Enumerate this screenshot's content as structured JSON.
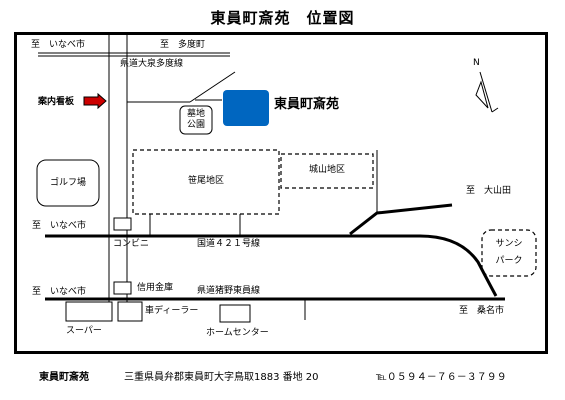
{
  "title": "東員町斎苑　位置図",
  "facility": "東員町斎苑",
  "labels": {
    "to_inabe_top": "至　いなべ市",
    "to_tado": "至　多度町",
    "prefectural_road_top": "県道大泉多度線",
    "guide_sign": "案内看板",
    "cemetery_park_line1": "墓地",
    "cemetery_park_line2": "公園",
    "golf": "ゴルフ場",
    "sasao": "笹尾地区",
    "shiroyama": "城山地区",
    "to_oyamada": "至　大山田",
    "to_inabe_mid": "至　いなべ市",
    "convenience": "コンビニ",
    "national_route": "国道４２１号線",
    "sunshine_line1": "サンシ",
    "sunshine_line2": "パーク",
    "to_inabe_low": "至　いなべ市",
    "credit_union": "信用金庫",
    "prefectural_road_low": "県道猪野東員線",
    "car_dealer": "車ディーラー",
    "supermarket": "スーパー",
    "home_center": "ホームセンター",
    "to_kuwana": "至　桑名市",
    "north": "N"
  },
  "footer": {
    "name": "東員町斎苑",
    "address": "三重県員弁郡東員町大字鳥取1883 番地 20",
    "tel": "℡０５９４－７６－３７９９"
  },
  "colors": {
    "facility": "#0066c0",
    "arrow": "#cc0000"
  }
}
